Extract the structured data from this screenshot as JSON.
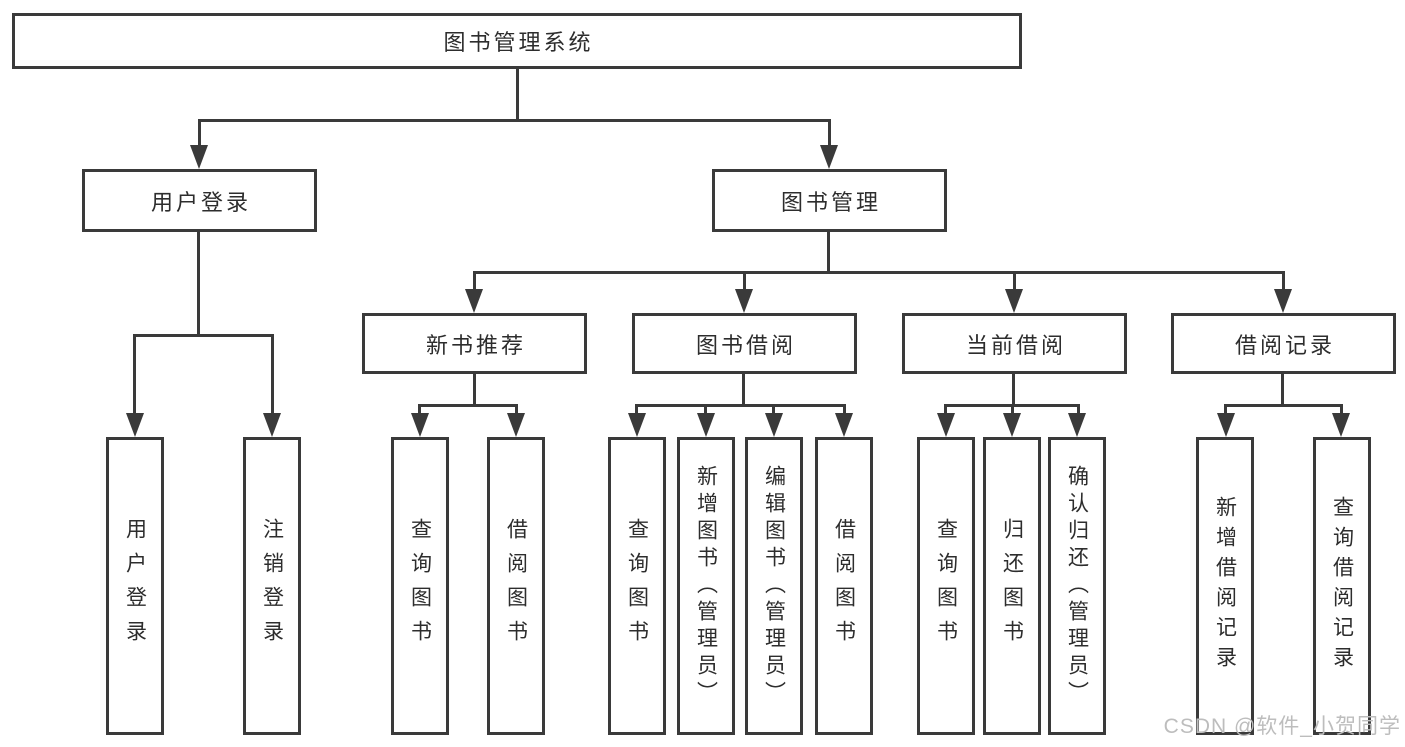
{
  "colors": {
    "line": "#3a3a3a",
    "text": "#2d2d2d",
    "watermark": "#bdbdbd",
    "bg": "#ffffff"
  },
  "diagram": {
    "root": {
      "label": "图书管理系统"
    },
    "branches": [
      {
        "label": "用户登录",
        "children": [
          {
            "label": "用户登录"
          },
          {
            "label": "注销登录"
          }
        ]
      },
      {
        "label": "图书管理",
        "children": [
          {
            "label": "新书推荐",
            "children": [
              {
                "label": "查询图书"
              },
              {
                "label": "借阅图书"
              }
            ]
          },
          {
            "label": "图书借阅",
            "children": [
              {
                "label": "查询图书"
              },
              {
                "label": "新增图书（管理员）"
              },
              {
                "label": "编辑图书（管理员）"
              },
              {
                "label": "借阅图书"
              }
            ]
          },
          {
            "label": "当前借阅",
            "children": [
              {
                "label": "查询图书"
              },
              {
                "label": "归还图书"
              },
              {
                "label": "确认归还（管理员）"
              }
            ]
          },
          {
            "label": "借阅记录",
            "children": [
              {
                "label": "新增借阅记录"
              },
              {
                "label": "查询借阅记录"
              }
            ]
          }
        ]
      }
    ]
  },
  "watermark": {
    "text": "CSDN @软件_小贺同学"
  }
}
